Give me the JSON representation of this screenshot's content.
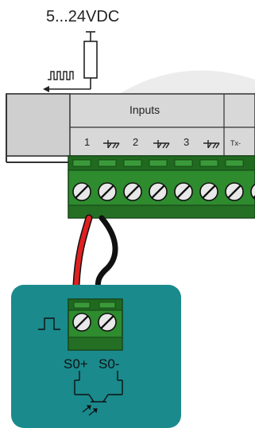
{
  "supply": {
    "label": "5...24VDC"
  },
  "module": {
    "header": "Inputs",
    "terminals": [
      {
        "number": "1"
      },
      {
        "number": "2"
      },
      {
        "number": "3"
      }
    ],
    "tx_label": "Tx-"
  },
  "sensor": {
    "plus_label": "S0+",
    "minus_label": "S0-"
  },
  "colors": {
    "teal_box": "#1a8a8c",
    "terminal_green": "#2e8b2e",
    "terminal_dark": "#1f6a1f",
    "wire_red": "#e02020",
    "wire_black": "#111111",
    "module_grey": "#d8d8d8",
    "arc_grey": "#ececec"
  }
}
